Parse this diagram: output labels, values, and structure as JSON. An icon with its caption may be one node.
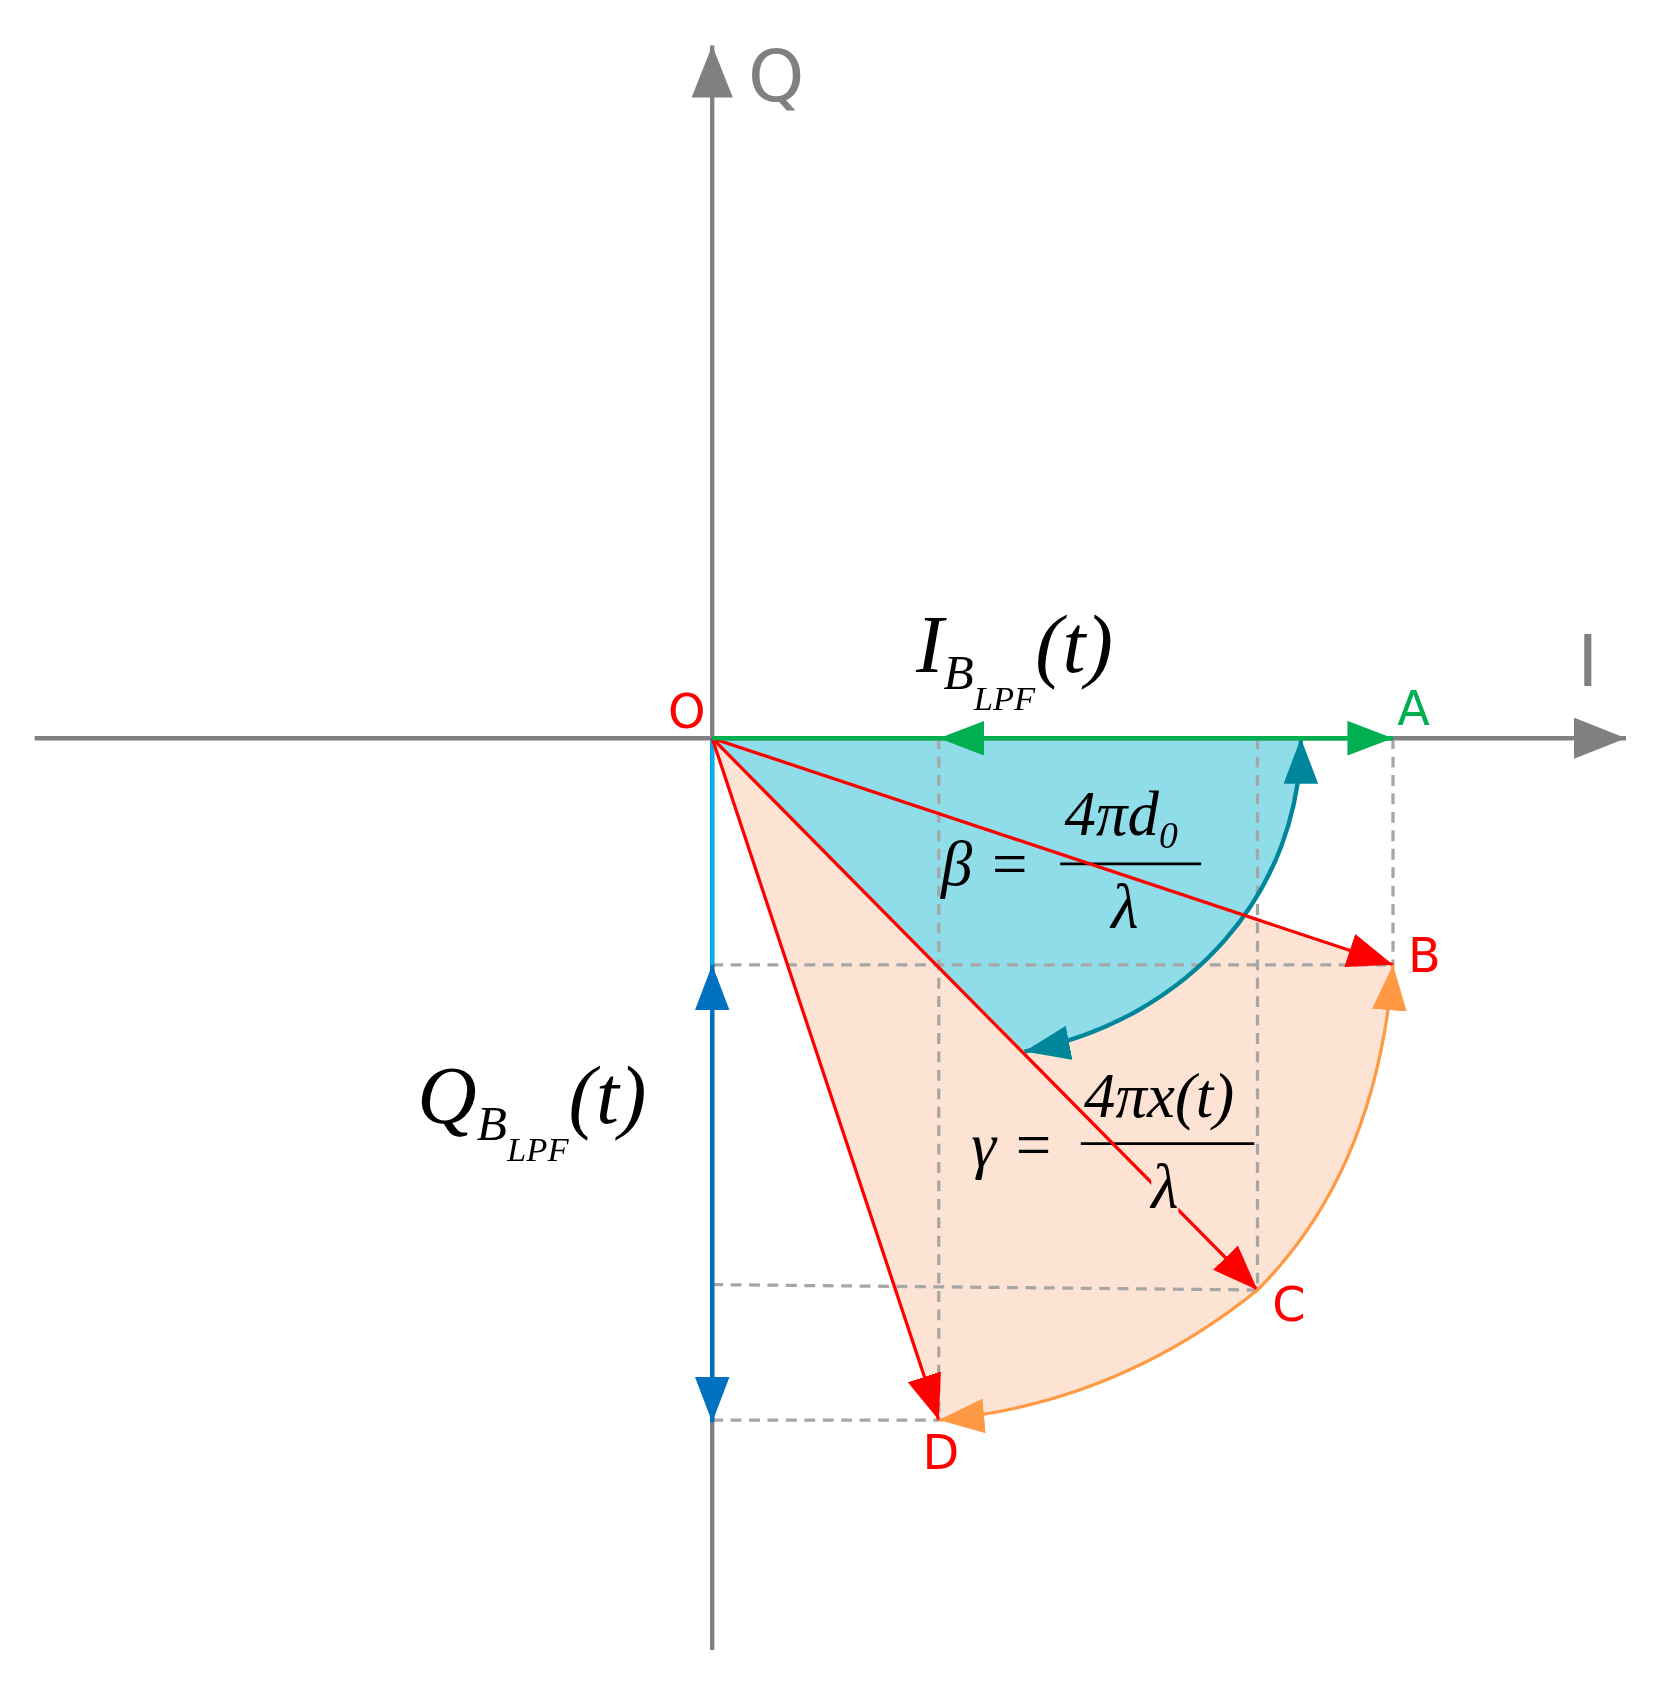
{
  "diagram": {
    "nodes": [
      {
        "text": [
          "O"
        ]
      },
      {
        "text": [
          "A"
        ]
      },
      {
        "text": [
          "B"
        ]
      },
      {
        "text": [
          "C"
        ]
      },
      {
        "text": [
          "D"
        ]
      }
    ],
    "edges": [
      {
        "from": 0,
        "to": 2,
        "arrow": "to"
      },
      {
        "from": 0,
        "to": 3,
        "arrow": "to"
      },
      {
        "from": 0,
        "to": 4,
        "arrow": "to"
      },
      {
        "from": 2,
        "to": 4,
        "arrow": "both",
        "color": "#ff9a44"
      },
      {
        "from": 0,
        "to": 1,
        "arrow": "to",
        "color": "#00b050"
      }
    ],
    "labels": [
      "Q",
      "I",
      "I$_{B}$$_{LPF}$(t)",
      "β =",
      "4πd$_{0}$",
      "λ",
      "Q$_{B}$$_{LPF}$(t)",
      "γ =",
      "4πx(t)",
      "λ"
    ]
  }
}
